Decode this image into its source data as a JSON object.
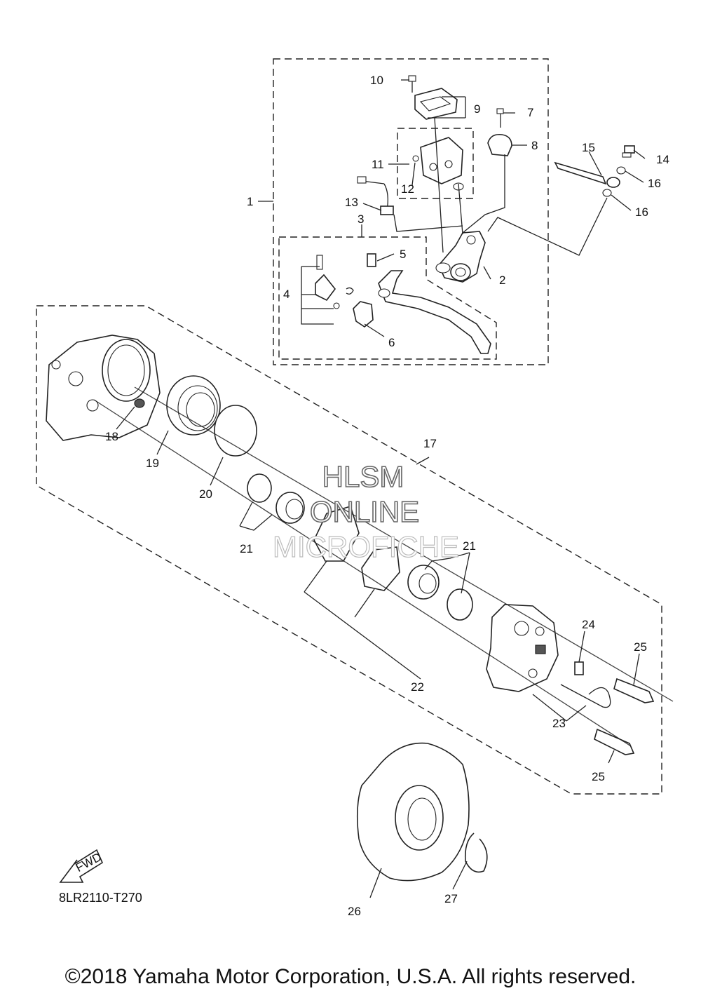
{
  "callouts": [
    "1",
    "2",
    "3",
    "4",
    "5",
    "6",
    "7",
    "8",
    "9",
    "10",
    "11",
    "12",
    "13",
    "14",
    "15",
    "16",
    "16",
    "17",
    "18",
    "19",
    "20",
    "21",
    "21",
    "22",
    "23",
    "24",
    "25",
    "25",
    "26",
    "27"
  ],
  "watermark": {
    "line1": "HLSM",
    "line2": "ONLINE",
    "line3": "MICROFICHE"
  },
  "fwd_label": "FWD",
  "diagram_code": "8LR2110-T270",
  "copyright": "©2018 Yamaha Motor Corporation, U.S.A. All rights reserved."
}
